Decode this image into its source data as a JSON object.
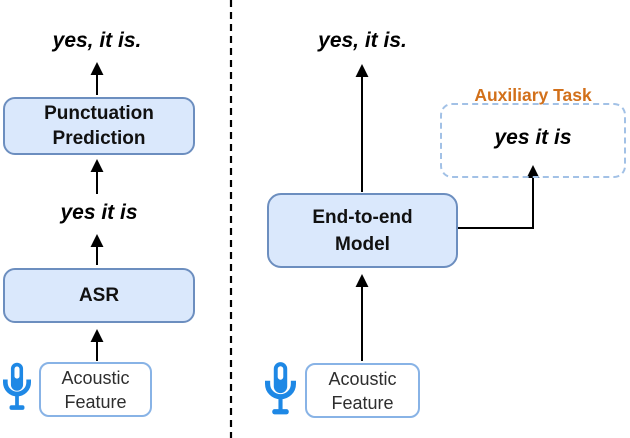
{
  "diagram": {
    "description": "Comparison of cascaded ASR + punctuation pipeline (left) versus end-to-end model with auxiliary punctuation task (right)",
    "left_pipeline": {
      "final_output": "yes, it is.",
      "punctuation_box": {
        "lines": [
          "Punctuation",
          "Prediction"
        ]
      },
      "asr_output": "yes it is",
      "asr_box": {
        "label": "ASR"
      },
      "input_box": {
        "lines": [
          "Acoustic",
          "Feature"
        ]
      },
      "mic_icon": "microphone-icon"
    },
    "right_pipeline": {
      "final_output": "yes, it is.",
      "model_box": {
        "lines": [
          "End-to-end",
          "Model"
        ]
      },
      "auxiliary": {
        "label": "Auxiliary Task",
        "output": "yes it is"
      },
      "input_box": {
        "lines": [
          "Acoustic",
          "Feature"
        ]
      },
      "mic_icon": "microphone-icon"
    },
    "colors": {
      "box_fill": "#dae8fc",
      "box_border": "#6c8ebf",
      "input_box_border": "#88b3e6",
      "aux_box_border": "#a2c1e6",
      "aux_label": "#d2701a",
      "mic_blue": "#1e88e5",
      "connector": "#000000",
      "transcript_text": "#000000"
    }
  }
}
